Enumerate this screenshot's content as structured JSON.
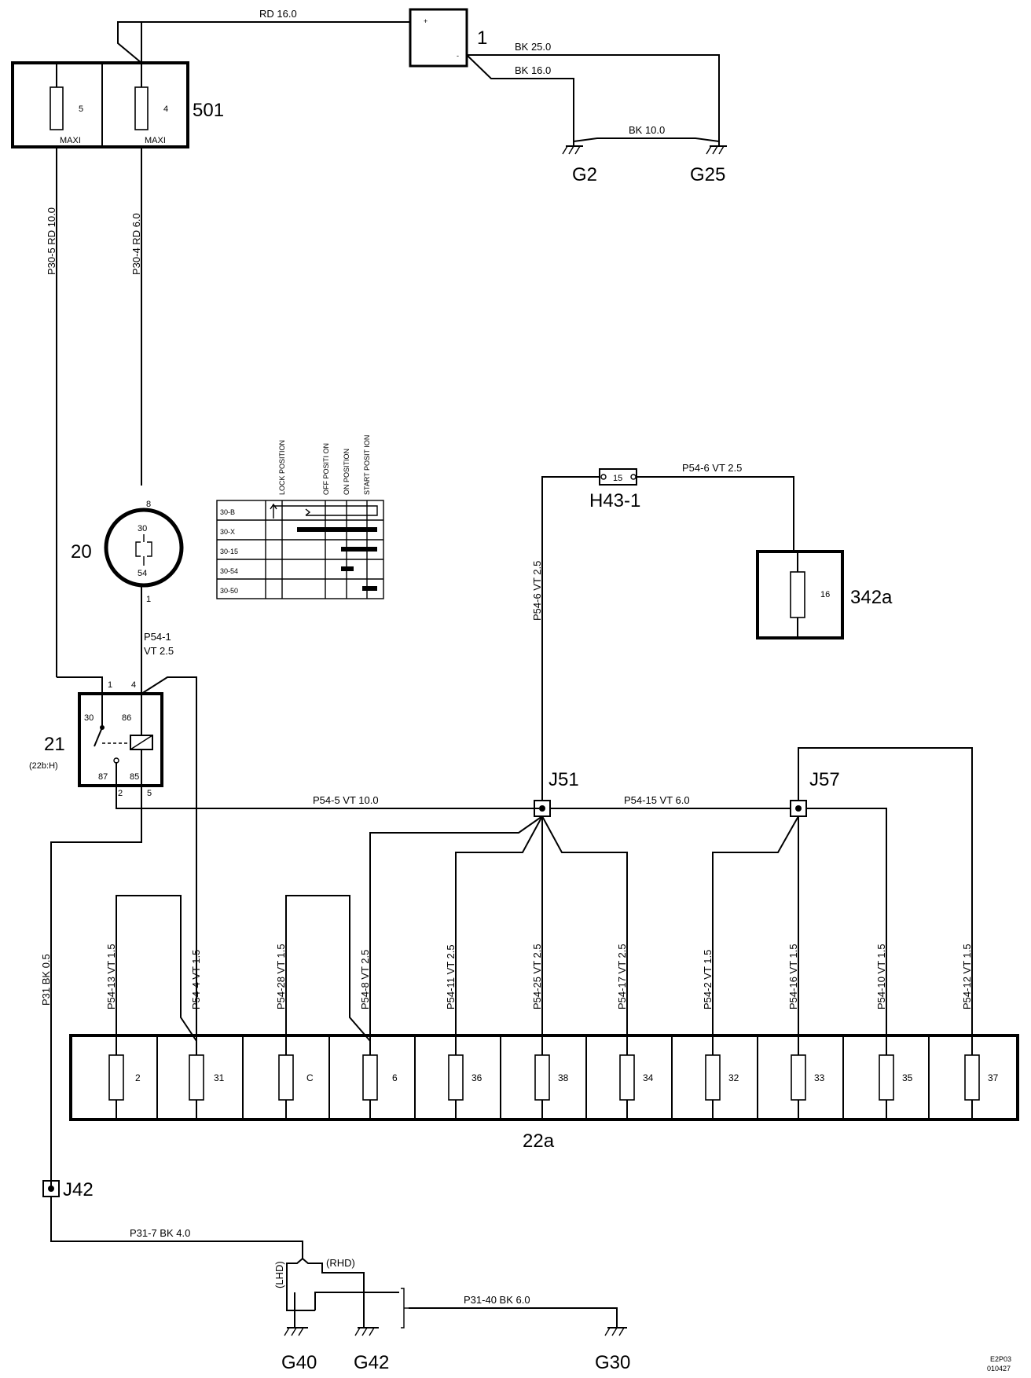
{
  "components": {
    "battery": {
      "id": "1",
      "plus": "+",
      "minus": "-"
    },
    "maxi_fuse_box": {
      "id": "501",
      "fuse_a": "5",
      "fuse_b": "4",
      "rating": "MAXI"
    },
    "ignition_switch": {
      "id": "20",
      "pin_top": "8",
      "pin_bottom": "1",
      "term_top": "30",
      "term_bottom": "54"
    },
    "relay": {
      "id": "21",
      "ref": "(22b:H)",
      "pin_1": "1",
      "pin_4": "4",
      "pin_2": "2",
      "pin_5": "5",
      "t30": "30",
      "t86": "86",
      "t87": "87",
      "t85": "85"
    },
    "fuse_box_22a": {
      "id": "22a",
      "fuses": [
        "2",
        "31",
        "C",
        "6",
        "36",
        "38",
        "34",
        "32",
        "33",
        "35",
        "37"
      ]
    },
    "fuse_342a": {
      "id": "342a",
      "fuse": "16"
    },
    "connector_h43": {
      "id": "H43-1",
      "pin": "15"
    },
    "splices": {
      "j51": "J51",
      "j57": "J57",
      "j42": "J42"
    },
    "grounds": {
      "g2": "G2",
      "g25": "G25",
      "g40": "G40",
      "g42": "G42",
      "g30": "G30"
    }
  },
  "wires": {
    "rd16": "RD  16.0",
    "bk25": "BK  25.0",
    "bk16": "BK  16.0",
    "bk10": "BK  10.0",
    "p30_5": "P30-5  RD  10.0",
    "p30_4": "P30-4  RD  6.0",
    "p54_1a": "P54-1",
    "p54_1b": "VT    2.5",
    "p54_5": "P54-5   VT   10.0",
    "p54_15": "P54-15  VT   6.0",
    "p54_6h": "P54-6   VT    2.5",
    "p54_6v": "P54-6   VT   2.5",
    "p31": "P31   BK   0.5",
    "p31_7": "P31-7   BK   4.0",
    "p31_40": "P31-40   BK   6.0",
    "rhd": "(RHD)",
    "lhd": "(LHD)",
    "feeds": [
      "P54-13  VT   1.5",
      "P54-4   VT   1.5",
      "P54-28  VT   1.5",
      "P54-8   VT   2.5",
      "P54-11  VT   2.5",
      "P54-25  VT   2.5",
      "P54-17  VT   2.5",
      "P54-2   VT   1.5",
      "P54-16  VT   1.5",
      "P54-10  VT   1.5",
      "P54-12  VT   1.5"
    ]
  },
  "switch_table": {
    "headers": [
      "LOCK POSITION",
      "OFF POSITI ON",
      "ON POSITION",
      "START POSIT ION"
    ],
    "rows": [
      "30-B",
      "30-X",
      "30-15",
      "30-54",
      "30-50"
    ]
  },
  "footer": {
    "code": "E2P03",
    "date": "010427"
  }
}
